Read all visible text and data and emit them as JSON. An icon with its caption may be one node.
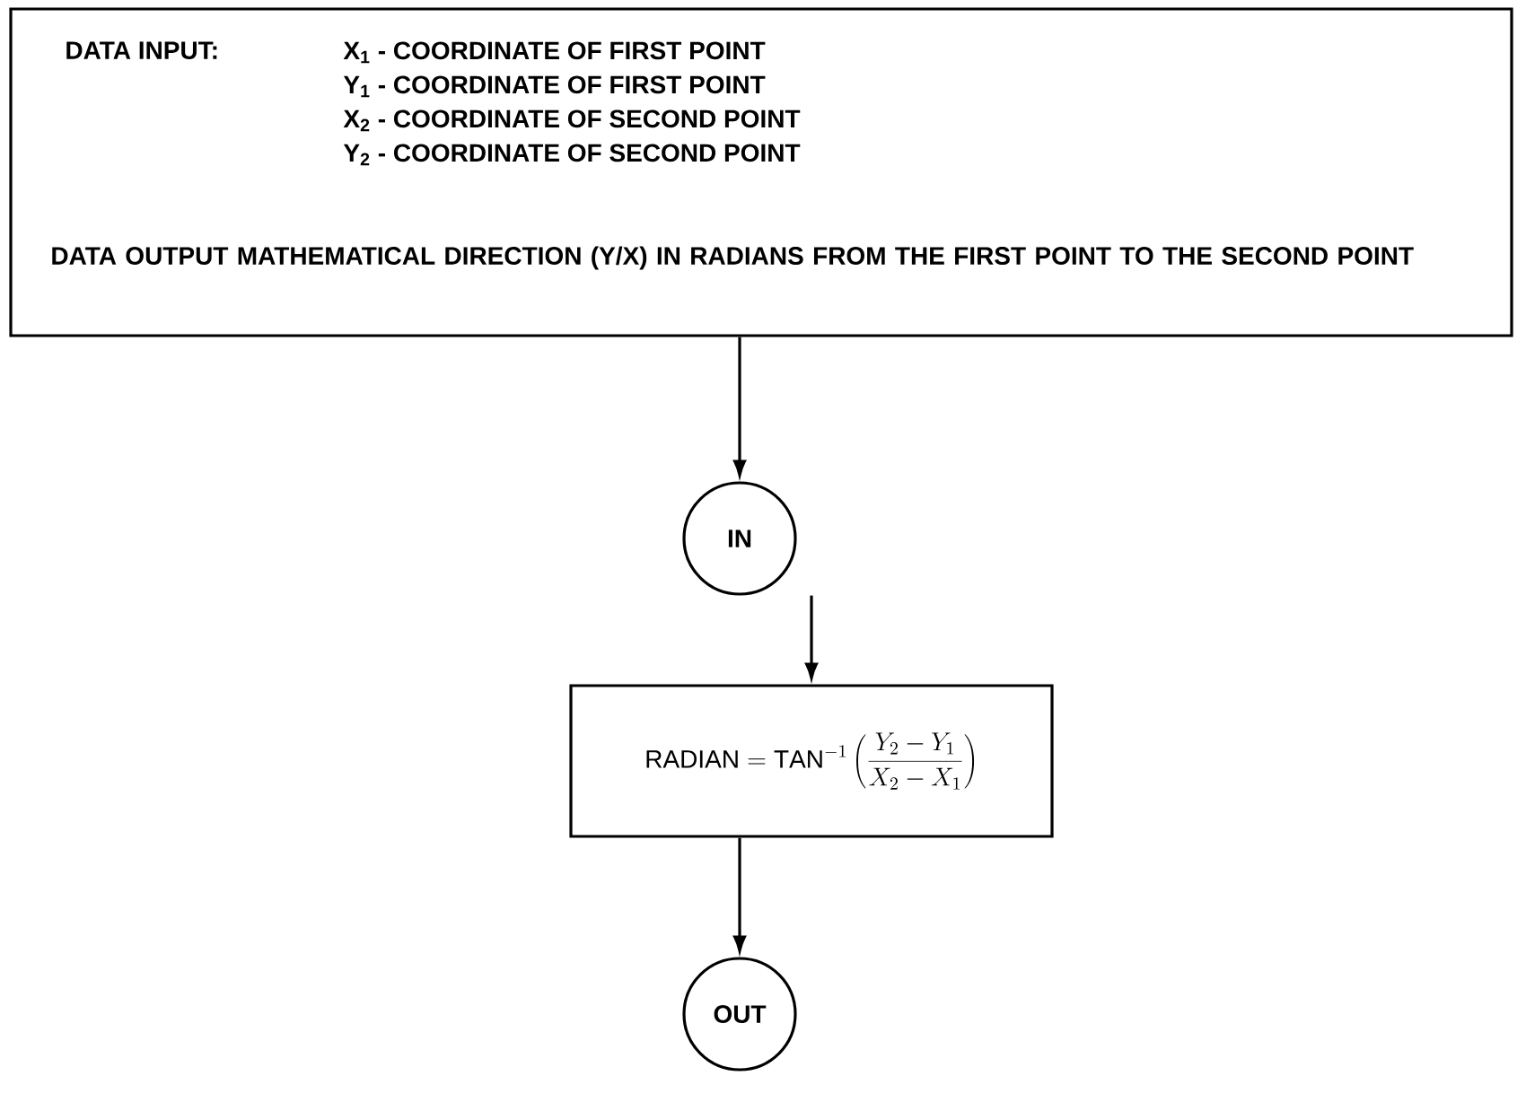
{
  "diagram": {
    "nodes": [
      {
        "text": [
          "DATA INPUT:",
          "X$_{1}$ - COORDINATE OF FIRST POINT",
          "Y$_{1}$ - COORDINATE OF FIRST POINT",
          "X$_{2}$ - COORDINATE OF SECOND POINT",
          "Y$_{2}$ - COORDINATE OF SECOND POINT",
          "DATA OUTPUT MATHEMATICAL DIRECTION (Y/X) IN RADIANS FROM THE FIRST POINT TO THE SECOND POINT"
        ]
      },
      {
        "text": [
          "IN"
        ]
      },
      {
        "text": [
          "\\mathrm{RADIAN} = \\mathrm{TAN}^{-1}\\left(\\frac{Y_2 - Y_1}{X_2 - X_1}\\right)"
        ]
      },
      {
        "text": [
          "OUT"
        ]
      }
    ],
    "edges": [
      {
        "from": 0,
        "to": 1,
        "arrow": "to"
      },
      {
        "from": 1,
        "to": 2,
        "arrow": "to"
      },
      {
        "from": 2,
        "to": 3,
        "arrow": "to"
      }
    ]
  }
}
